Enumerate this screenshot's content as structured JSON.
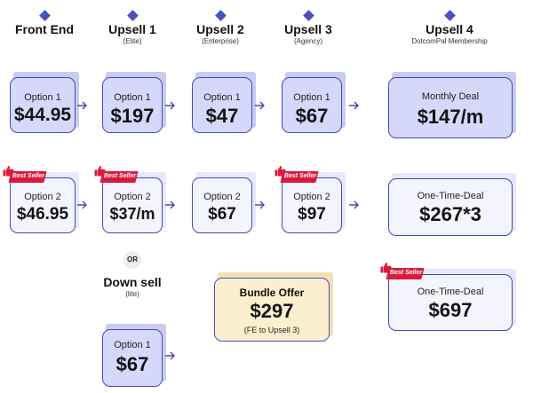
{
  "colors": {
    "accent": "#4448b8",
    "filled_card": "#d6d8fb",
    "light_card": "#f4f4fe",
    "bundle_card": "#fbefcd",
    "badge": "#d91c3e"
  },
  "columns": [
    {
      "title": "Front End",
      "subtitle": ""
    },
    {
      "title": "Upsell 1",
      "subtitle": "(Elite)"
    },
    {
      "title": "Upsell 2",
      "subtitle": "(Enterprise)"
    },
    {
      "title": "Upsell 3",
      "subtitle": "(Agency)"
    },
    {
      "title": "Upsell 4",
      "subtitle": "DotcomPal Membership"
    }
  ],
  "row1": [
    {
      "label": "Option 1",
      "price": "$44.95"
    },
    {
      "label": "Option 1",
      "price": "$197"
    },
    {
      "label": "Option 1",
      "price": "$47"
    },
    {
      "label": "Option 1",
      "price": "$67"
    },
    {
      "label": "Monthly Deal",
      "price": "$147/m"
    }
  ],
  "row2": [
    {
      "label": "Option 2",
      "price": "$46.95"
    },
    {
      "label": "Option 2",
      "price": "$37/m"
    },
    {
      "label": "Option 2",
      "price": "$67"
    },
    {
      "label": "Option 2",
      "price": "$97"
    },
    {
      "label": "One-Time-Deal",
      "price": "$267*3"
    }
  ],
  "badge_text": "Best Seller",
  "or_text": "OR",
  "downsell": {
    "title": "Down sell",
    "subtitle": "(lite)",
    "label": "Option 1",
    "price": "$67"
  },
  "bundle": {
    "title": "Bundle Offer",
    "price": "$297",
    "note": "(FE to Upsell 3)"
  },
  "upsell4_extra": {
    "label": "One-Time-Deal",
    "price": "$697"
  },
  "icons": {
    "diamond": "diamond-icon",
    "arrow": "arrow-right-icon",
    "thumb": "thumbs-up-icon"
  }
}
